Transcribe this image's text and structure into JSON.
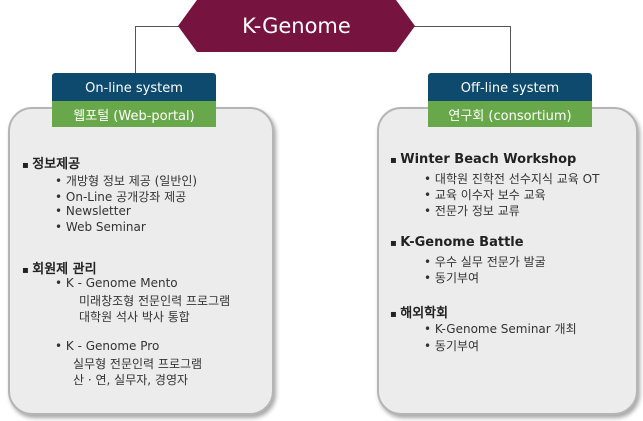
{
  "title": "K-Genome",
  "online": {
    "header": "On-line system",
    "sub": "웹포털 (Web-portal)",
    "sections": [
      {
        "heading": "정보제공",
        "items": [
          "개방형 정보 제공 (일반인)",
          "On-Line 공개강좌 제공",
          "Newsletter",
          "Web Seminar"
        ]
      },
      {
        "heading": "회원제 관리",
        "items": [
          "K - Genome Mento",
          "미래창조형 전문인력 프로그램",
          "대학원 석사 박사 통합",
          "K - Genome Pro",
          "실무형 전문인력 프로그램",
          "산 · 연, 실무자, 경영자"
        ]
      }
    ]
  },
  "offline": {
    "header": "Off-line system",
    "sub": "연구회 (consortium)",
    "sections": [
      {
        "heading": "Winter Beach Workshop",
        "items": [
          "대학원 진학전 선수지식 교육 OT",
          "교육 이수자 보수 교육",
          "전문가 정보 교류"
        ]
      },
      {
        "heading": "K-Genome Battle",
        "items": [
          "우수 실무 전문가 발굴",
          "동기부여"
        ]
      },
      {
        "heading": "해외학회",
        "items": [
          "K-Genome Seminar 개최",
          "동기부여"
        ]
      }
    ]
  }
}
